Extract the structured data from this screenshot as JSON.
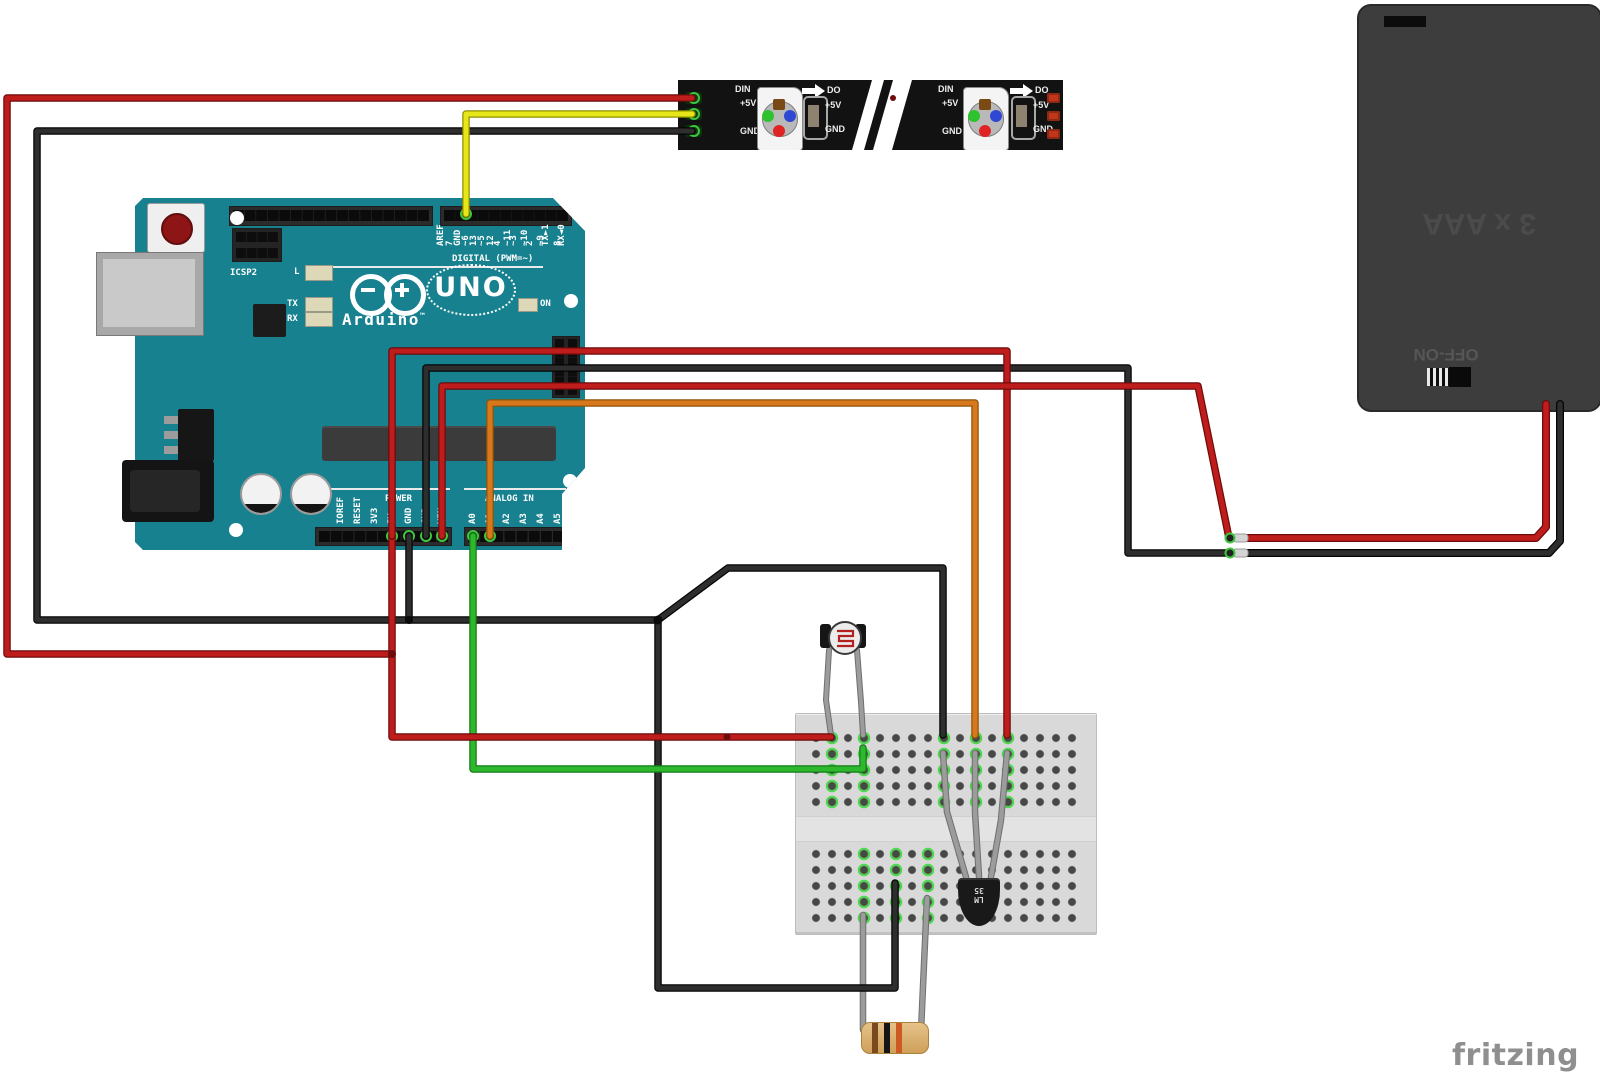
{
  "colors": {
    "board_teal": "#17818f",
    "board_edge": "#0e5f6b",
    "wire_red": "#bf1c1c",
    "wire_red_dark": "#6e0b0b",
    "wire_black": "#2e2e2e",
    "wire_black_dark": "#050505",
    "wire_yellow": "#e6e619",
    "wire_yellow_dark": "#8f8f00",
    "wire_green": "#2eb82e",
    "wire_green_dark": "#157a15",
    "wire_orange": "#d8781c",
    "wire_orange_dark": "#8f5408",
    "lead_gray": "#9c9c9c",
    "lead_gray_dark": "#6f6f6f",
    "ring_green": "#3fc63f",
    "breadboard": "#d9d9d9",
    "strip_black": "#121212",
    "battery_body": "#3d3d3d"
  },
  "arduino": {
    "reset_label": "RESET",
    "icsp_label": "ICSP2",
    "digital_caption": "DIGITAL (PWM=~)",
    "logo": "UNO",
    "brand": "Arduino",
    "tm": "™",
    "led_l": "L",
    "led_tx": "TX",
    "led_rx": "RX",
    "led_on": "ON",
    "power_caption": "POWER",
    "analog_caption": "ANALOG IN",
    "digital_pins_left": [
      "AREF",
      "GND",
      "13",
      "12",
      "~11",
      "~10",
      "~9",
      "8"
    ],
    "digital_pins_right": [
      "7",
      "~6",
      "~5",
      "4",
      "~3",
      "2",
      "TX►1",
      "RX◄0"
    ],
    "power_pins": [
      "IOREF",
      "RESET",
      "3V3",
      "5V",
      "GND",
      "GND",
      "VIN"
    ],
    "analog_pins": [
      "A0",
      "A1",
      "A2",
      "A3",
      "A4",
      "A5"
    ]
  },
  "led_strips": [
    {
      "din": "DIN",
      "v5": "+5V",
      "gnd": "GND",
      "dout": "DO",
      "right_v5": "+5V",
      "right_gnd": "GND"
    },
    {
      "din": "DIN",
      "v5": "+5V",
      "gnd": "GND",
      "dout": "DO",
      "right_v5": "+5V",
      "right_gnd": "GND"
    }
  ],
  "battery": {
    "label": "3 x AAA",
    "switch_label": "OFF-ON"
  },
  "sensor": {
    "line1": "LM",
    "line2": "35"
  },
  "resistor_bands": [
    "#7a4a1e",
    "#151515",
    "#cc5a22"
  ],
  "watermark": "fritzing"
}
